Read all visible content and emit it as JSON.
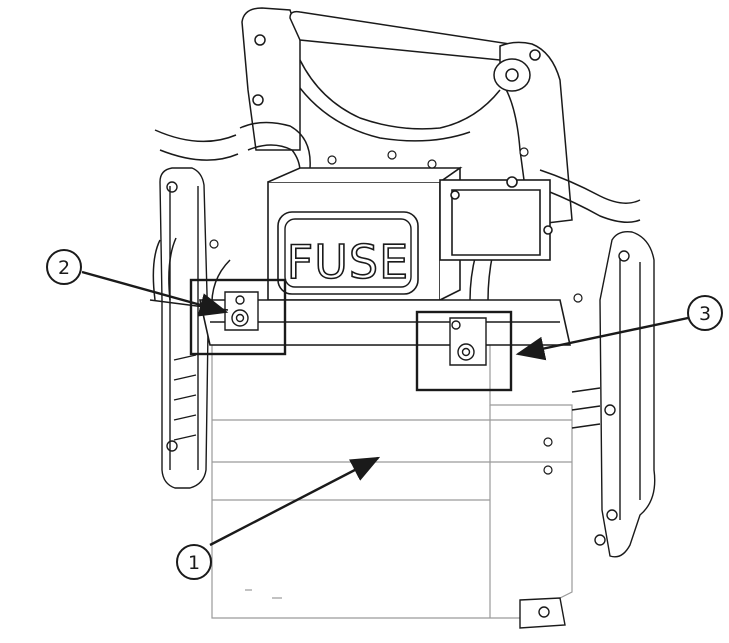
{
  "diagram": {
    "fuse_label": "FUSE",
    "callouts": [
      {
        "id": "1",
        "label": "1"
      },
      {
        "id": "2",
        "label": "2"
      },
      {
        "id": "3",
        "label": "3"
      }
    ],
    "colors": {
      "line": "#1a1a1a",
      "line_light": "#8a8a8a",
      "fill": "#ffffff",
      "shade": "#f4f4f4"
    }
  }
}
